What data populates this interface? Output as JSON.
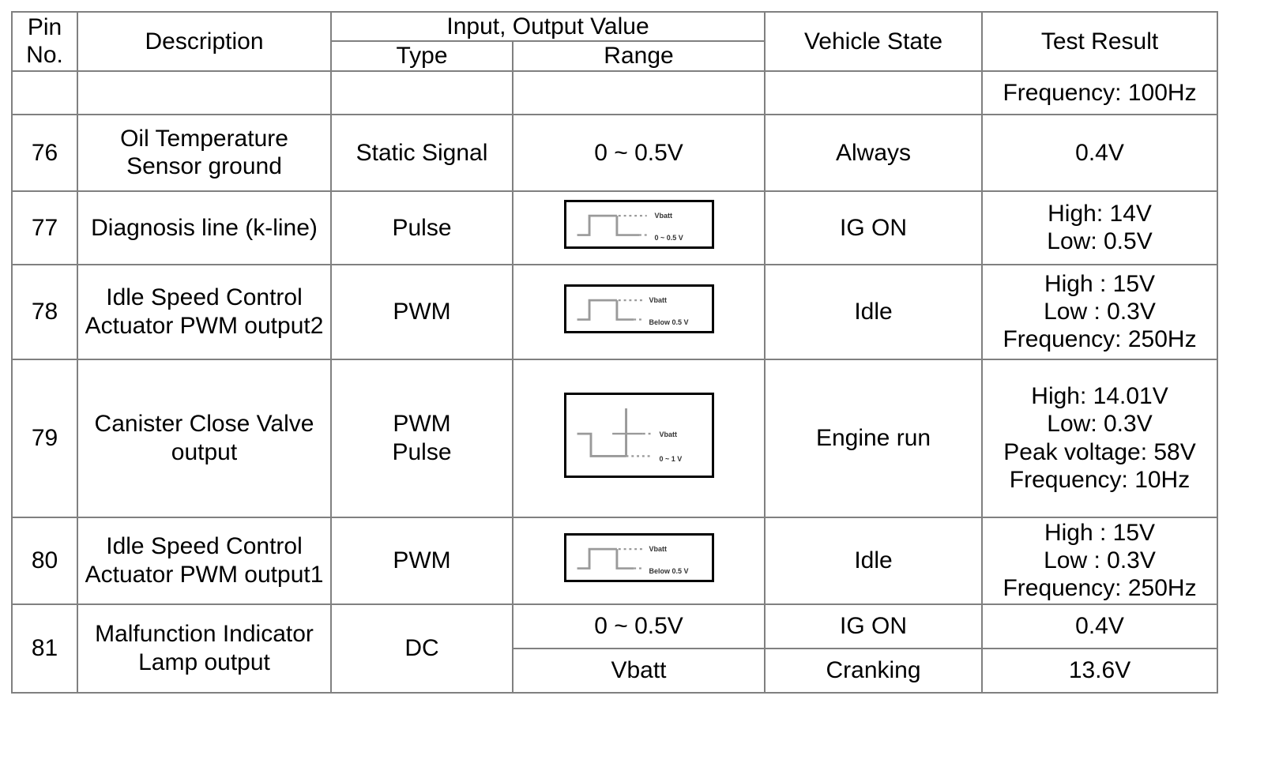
{
  "table": {
    "headers": {
      "pin_no": "Pin\nNo.",
      "pin_no_line1": "Pin",
      "pin_no_line2": "No.",
      "description": "Description",
      "input_output_value": "Input, Output Value",
      "type": "Type",
      "range": "Range",
      "vehicle_state": "Vehicle State",
      "test_result": "Test Result"
    },
    "rows": [
      {
        "pin": "",
        "description": "",
        "type": "",
        "range": "",
        "vehicle_state": "",
        "test_result": [
          "Frequency: 100Hz"
        ]
      },
      {
        "pin": "76",
        "description": [
          "Oil Temperature",
          "Sensor ground"
        ],
        "type": "Static Signal",
        "range": "0 ~ 0.5V",
        "vehicle_state": "Always",
        "test_result": [
          "0.4V"
        ]
      },
      {
        "pin": "77",
        "description": [
          "Diagnosis line (k-line)"
        ],
        "type": "Pulse",
        "range_figure": {
          "kind": "pulse-high",
          "size": "small",
          "top_label": "Vbatt",
          "bottom_label": "0 ~ 0.5 V"
        },
        "vehicle_state": "IG ON",
        "test_result": [
          "High: 14V",
          "Low: 0.5V"
        ]
      },
      {
        "pin": "78",
        "description": [
          "Idle Speed Control",
          "Actuator PWM output2"
        ],
        "type": "PWM",
        "range_figure": {
          "kind": "pulse-high",
          "size": "small",
          "top_label": "Vbatt",
          "bottom_label": "Below 0.5 V"
        },
        "vehicle_state": "Idle",
        "test_result": [
          "High : 15V",
          "Low : 0.3V",
          "Frequency: 250Hz"
        ]
      },
      {
        "pin": "79",
        "description": [
          "Canister Close Valve",
          "output"
        ],
        "type": [
          "PWM",
          "Pulse"
        ],
        "range_figure": {
          "kind": "pulse-low-spike",
          "size": "tall",
          "top_label": "Vbatt",
          "bottom_label": "0 ~ 1 V"
        },
        "vehicle_state": "Engine run",
        "test_result": [
          "High: 14.01V",
          "Low: 0.3V",
          "Peak voltage: 58V",
          "Frequency: 10Hz"
        ]
      },
      {
        "pin": "80",
        "description": [
          "Idle Speed Control",
          "Actuator PWM output1"
        ],
        "type": "PWM",
        "range_figure": {
          "kind": "pulse-high",
          "size": "small",
          "top_label": "Vbatt",
          "bottom_label": "Below 0.5 V"
        },
        "vehicle_state": "Idle",
        "test_result": [
          "High : 15V",
          "Low : 0.3V",
          "Frequency: 250Hz"
        ]
      },
      {
        "pin": "81",
        "description": [
          "Malfunction Indicator",
          "Lamp output"
        ],
        "type": "DC",
        "subrows": [
          {
            "range": "0 ~ 0.5V",
            "vehicle_state": "IG ON",
            "test_result": "0.4V"
          },
          {
            "range": "Vbatt",
            "vehicle_state": "Cranking",
            "test_result": "13.6V"
          }
        ]
      }
    ]
  },
  "colors": {
    "grid_line": "#808080",
    "text": "#000000",
    "figure_border": "#000000",
    "figure_trace": "#9a9a9a",
    "figure_label": "#333333"
  }
}
